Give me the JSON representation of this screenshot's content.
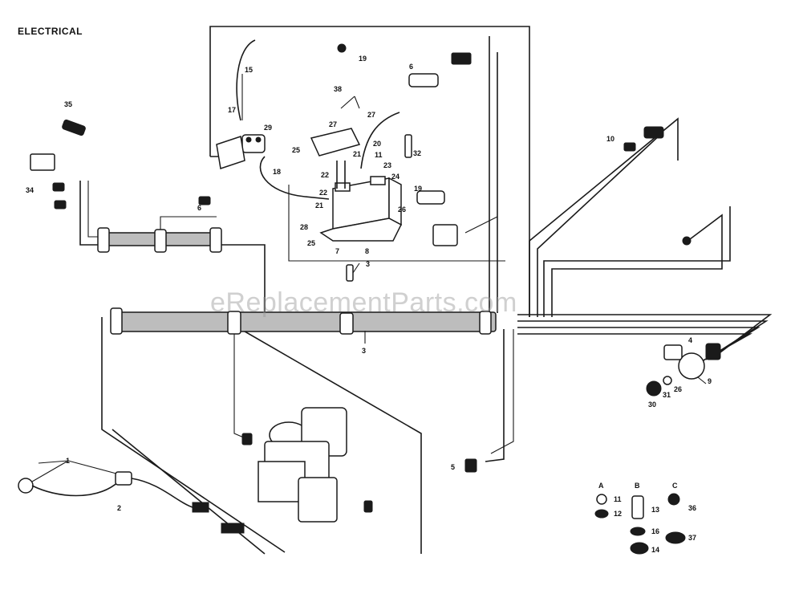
{
  "title": "ELECTRICAL",
  "watermark": "eReplacementParts.com",
  "parts": {
    "p1": "1",
    "p2": "2",
    "p3a": "3",
    "p3b": "3",
    "p4": "4",
    "p5": "5",
    "p6a": "6",
    "p6b": "6",
    "p7": "7",
    "p8": "8",
    "p9": "9",
    "p10": "10",
    "p11a": "11",
    "p11b": "11",
    "p12": "12",
    "p13": "13",
    "p14": "14",
    "p15": "15",
    "p16": "16",
    "p17": "17",
    "p18": "18",
    "p19a": "19",
    "p19b": "19",
    "p20": "20",
    "p21a": "21",
    "p21b": "21",
    "p22a": "22",
    "p22b": "22",
    "p23": "23",
    "p24": "24",
    "p25a": "25",
    "p25b": "25",
    "p26a": "26",
    "p26b": "26",
    "p27a": "27",
    "p27b": "27",
    "p28": "28",
    "p29": "29",
    "p30": "30",
    "p31": "31",
    "p32": "32",
    "p34": "34",
    "p35": "35",
    "p36": "36",
    "p37": "37",
    "p38": "38",
    "pA": "A",
    "pB": "B",
    "pC": "C"
  }
}
